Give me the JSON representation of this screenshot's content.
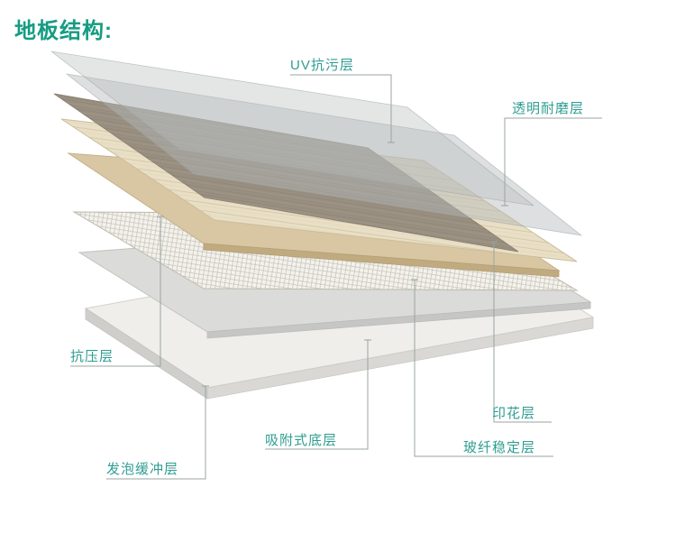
{
  "title": "地板结构:",
  "annotations": [
    {
      "id": "uv",
      "label": "UV抗污层"
    },
    {
      "id": "wear",
      "label": "透明耐磨层"
    },
    {
      "id": "compression",
      "label": "抗压层"
    },
    {
      "id": "print",
      "label": "印花层"
    },
    {
      "id": "suction",
      "label": "吸附式底层"
    },
    {
      "id": "fiberglass",
      "label": "玻纤稳定层"
    },
    {
      "id": "foam",
      "label": "发泡缓冲层"
    }
  ],
  "layers": [
    {
      "name": "uv-anti-stain-sheet",
      "label": "UV抗污层",
      "color": "#b9bdbe"
    },
    {
      "name": "transparent-wear-sheet",
      "label": "透明耐磨层",
      "color": "#b4b9ba"
    },
    {
      "name": "decor-dark-wood-layer",
      "label": "印花层",
      "color": "#9a9082"
    },
    {
      "name": "printed-wood-film-layer",
      "label": "印花层",
      "color": "#e8dfc6"
    },
    {
      "name": "compression-core-layer",
      "label": "抗压层",
      "color": "#d8c7a2"
    },
    {
      "name": "fiberglass-mesh-layer",
      "label": "玻纤稳定层",
      "color": "#f3f2ed"
    },
    {
      "name": "foam-cushion-layer",
      "label": "发泡缓冲层",
      "color": "#dbdbd9"
    },
    {
      "name": "suction-bottom-layer",
      "label": "吸附式底层",
      "color": "#efeeeb"
    }
  ],
  "colors": {
    "title": "#159c82",
    "label": "#2f9d92",
    "leader_line": "#9aa4a2",
    "background": "#ffffff"
  }
}
